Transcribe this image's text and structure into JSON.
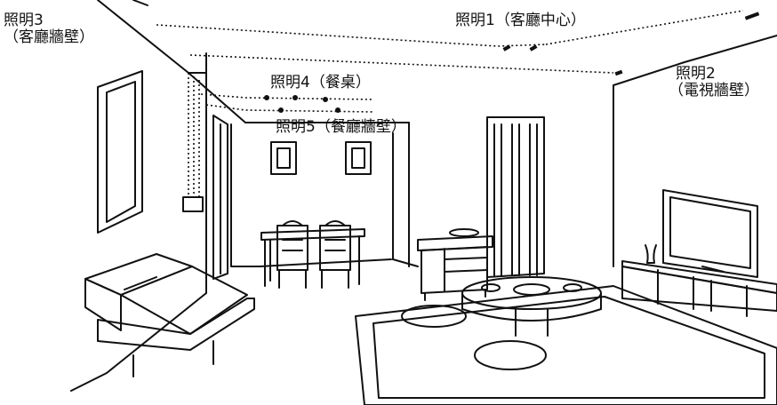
{
  "labels": {
    "light1": "照明1（客廳中心）",
    "light2_line1": "照明2",
    "light2_line2": "（電視牆壁）",
    "light3_line1": "照明3",
    "light3_line2": "（客廳牆壁）",
    "light4": "照明4（餐桌）",
    "light5": "照明5（餐廳牆壁）"
  }
}
